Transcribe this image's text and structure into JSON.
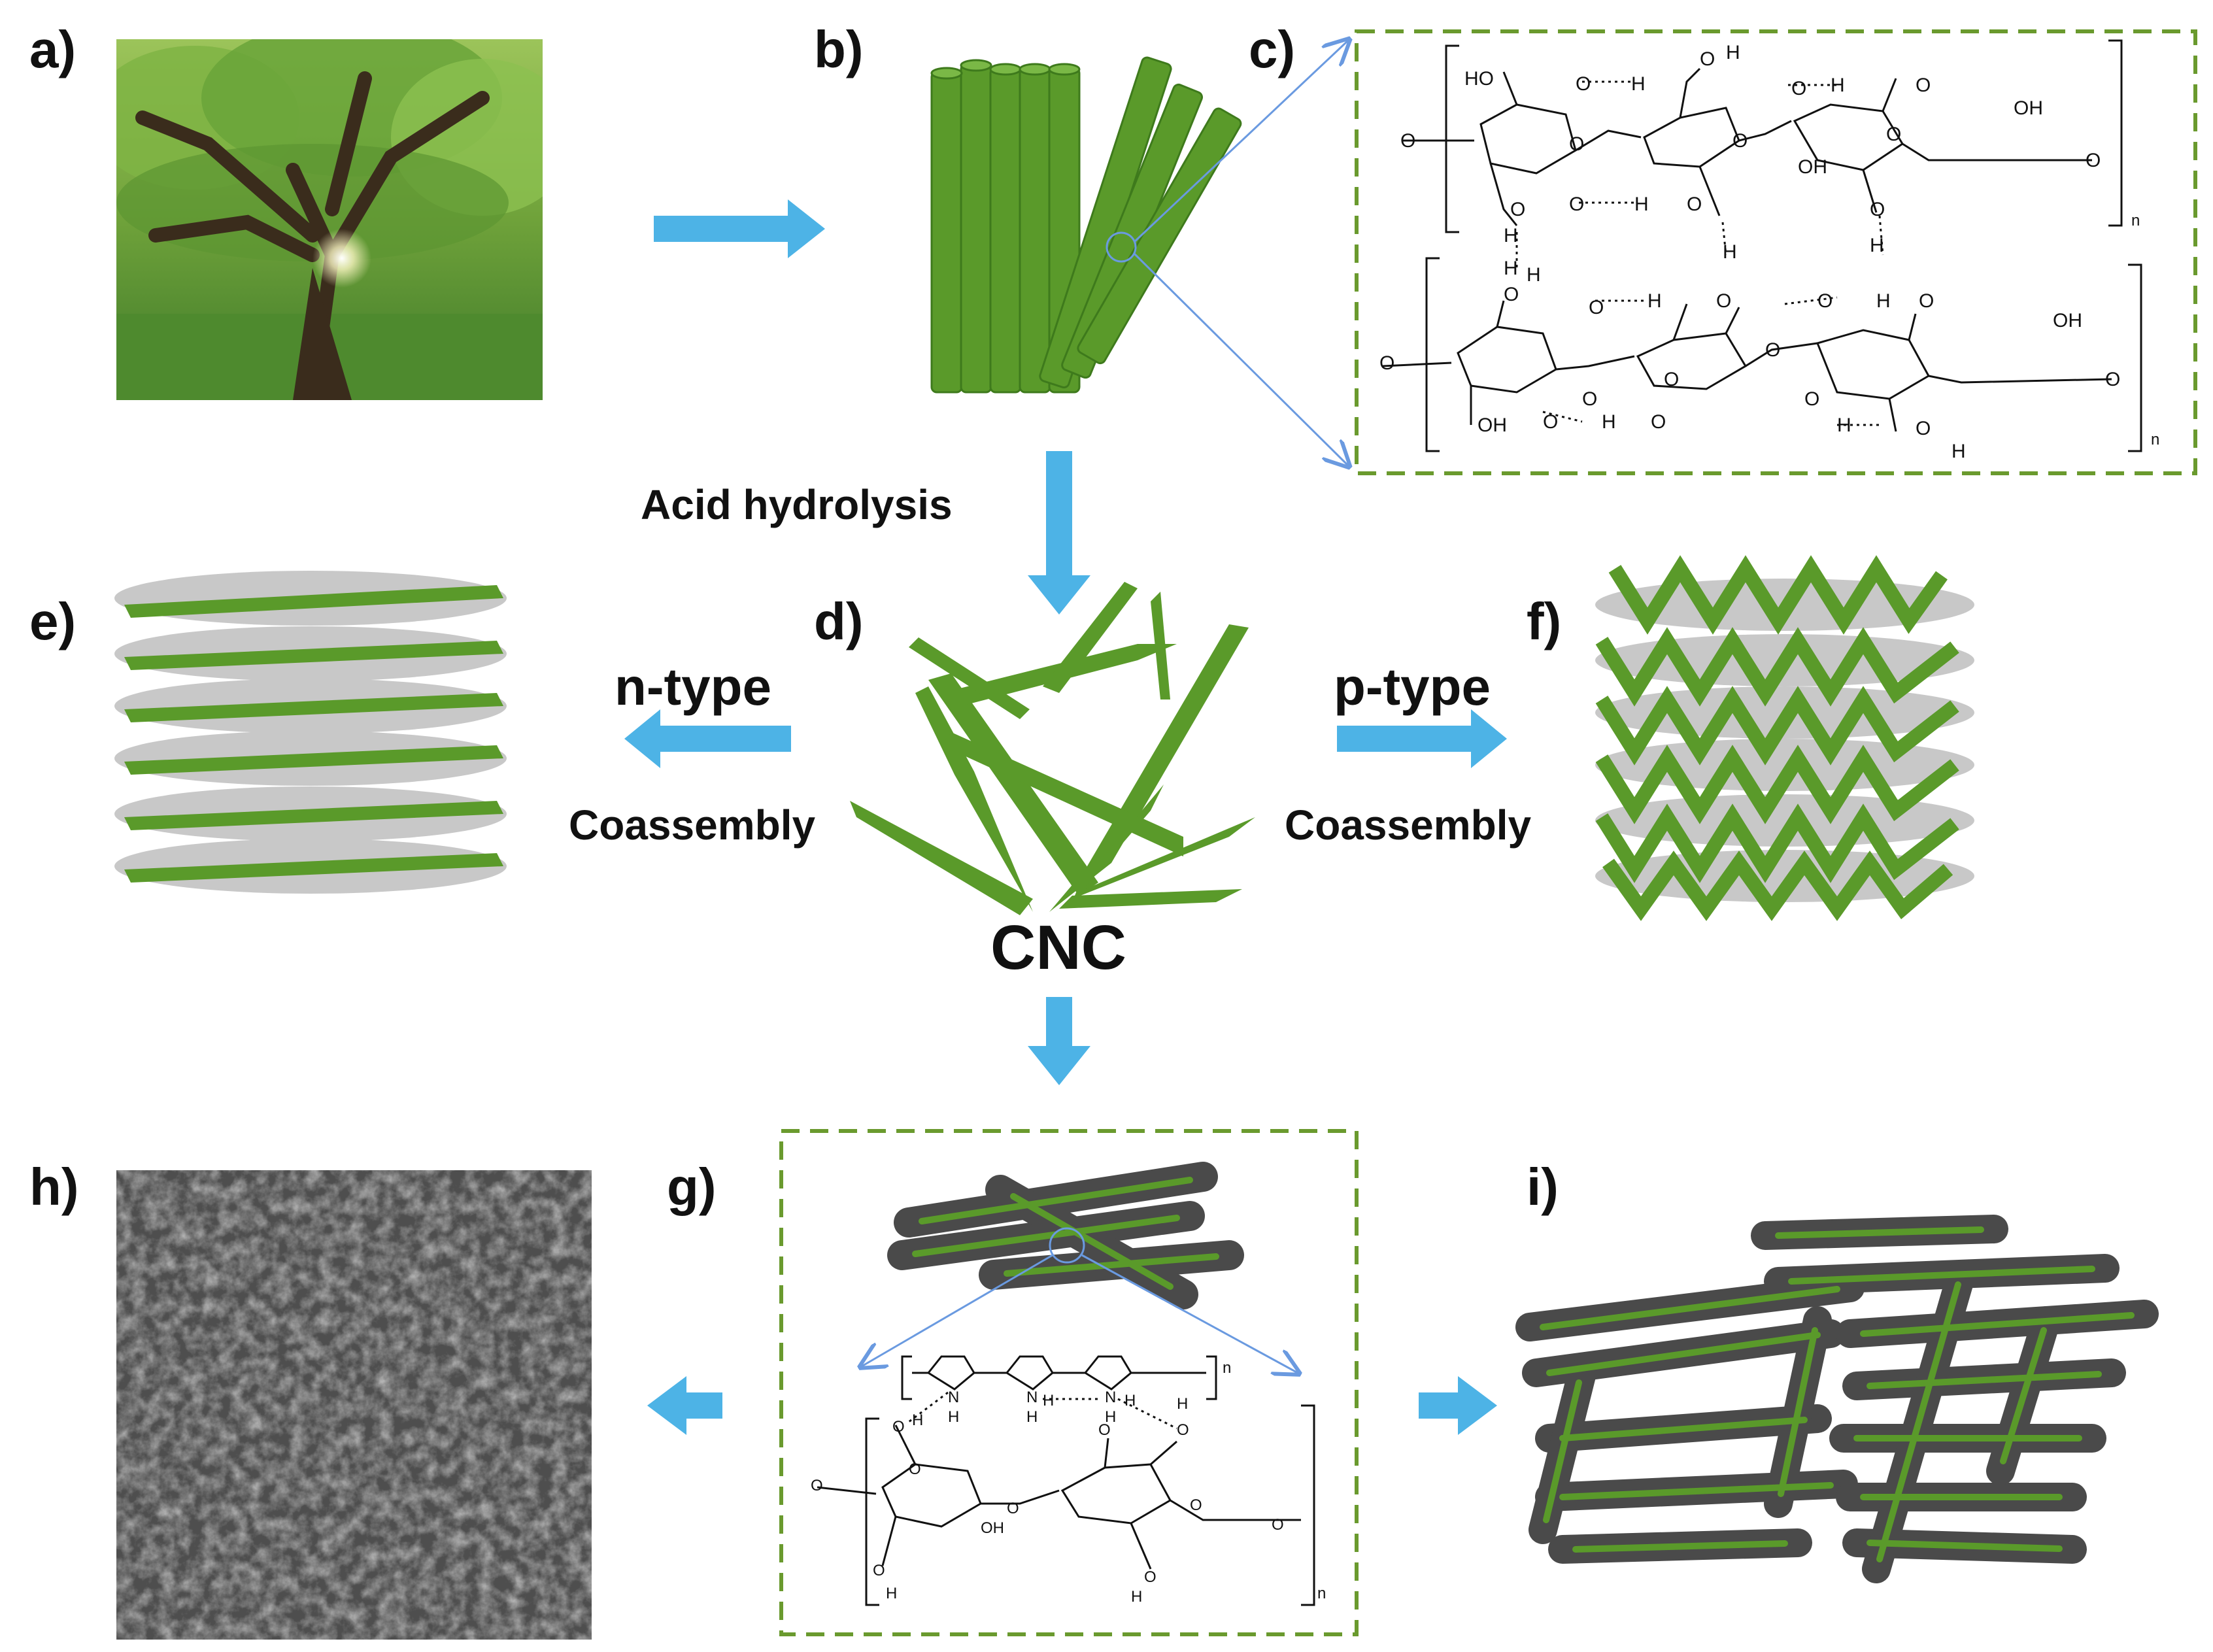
{
  "panels": {
    "a": "a)",
    "b": "b)",
    "c": "c)",
    "d": "d)",
    "e": "e)",
    "f": "f)",
    "g": "g)",
    "h": "h)",
    "i": "i)"
  },
  "captions": {
    "acid_hydrolysis": "Acid hydrolysis",
    "n_type": "n-type",
    "p_type": "p-type",
    "coassembly_left": "Coassembly",
    "coassembly_right": "Coassembly",
    "cnc": "CNC"
  },
  "chem_labels": {
    "ho": "HO",
    "oh": "OH",
    "o": "O",
    "h": "H",
    "n": "N",
    "subscript_n": "n"
  },
  "colors": {
    "arrow": "#4db3e6",
    "fiber": "#5a9a2a",
    "fiber_dark": "#3e7a1c",
    "dashed_border": "#6a9a2e",
    "disc": "#c8c8c8",
    "polymer": "#4a4a4a",
    "sem": "#5a5a5a"
  }
}
